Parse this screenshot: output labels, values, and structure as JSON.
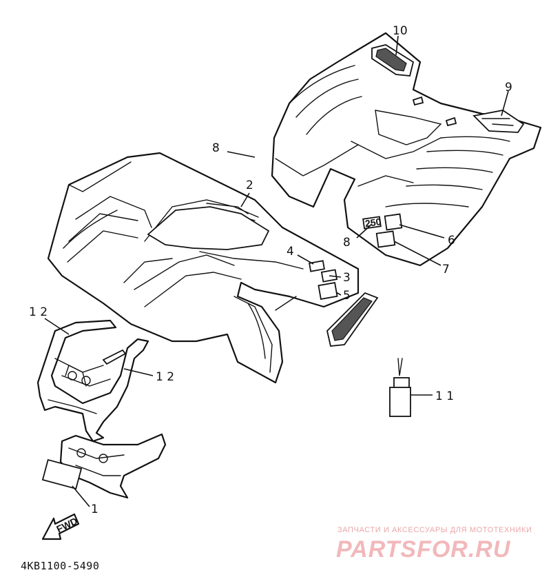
{
  "diagram": {
    "callouts": [
      {
        "id": "c1",
        "label": "1"
      },
      {
        "id": "c2",
        "label": "2"
      },
      {
        "id": "c3",
        "label": "3"
      },
      {
        "id": "c4",
        "label": "4"
      },
      {
        "id": "c5",
        "label": "5"
      },
      {
        "id": "c6",
        "label": "6"
      },
      {
        "id": "c7",
        "label": "7"
      },
      {
        "id": "c8a",
        "label": "8"
      },
      {
        "id": "c8b",
        "label": "8"
      },
      {
        "id": "c9",
        "label": "9"
      },
      {
        "id": "c10",
        "label": "10"
      },
      {
        "id": "c11",
        "label": "1 1"
      },
      {
        "id": "c12a",
        "label": "1 2"
      },
      {
        "id": "c12b",
        "label": "1 2"
      }
    ],
    "fwd_arrow_label": "FWD",
    "decal_250_label": "250",
    "diagram_code": "4KB1100-5490"
  },
  "watermark": {
    "tagline": "ЗАПЧАСТИ И АКСЕССУАРЫ ДЛЯ МОТОТЕХНИКИ",
    "brand": "PARTSFOR.RU",
    "color": "#e9a6a8"
  }
}
